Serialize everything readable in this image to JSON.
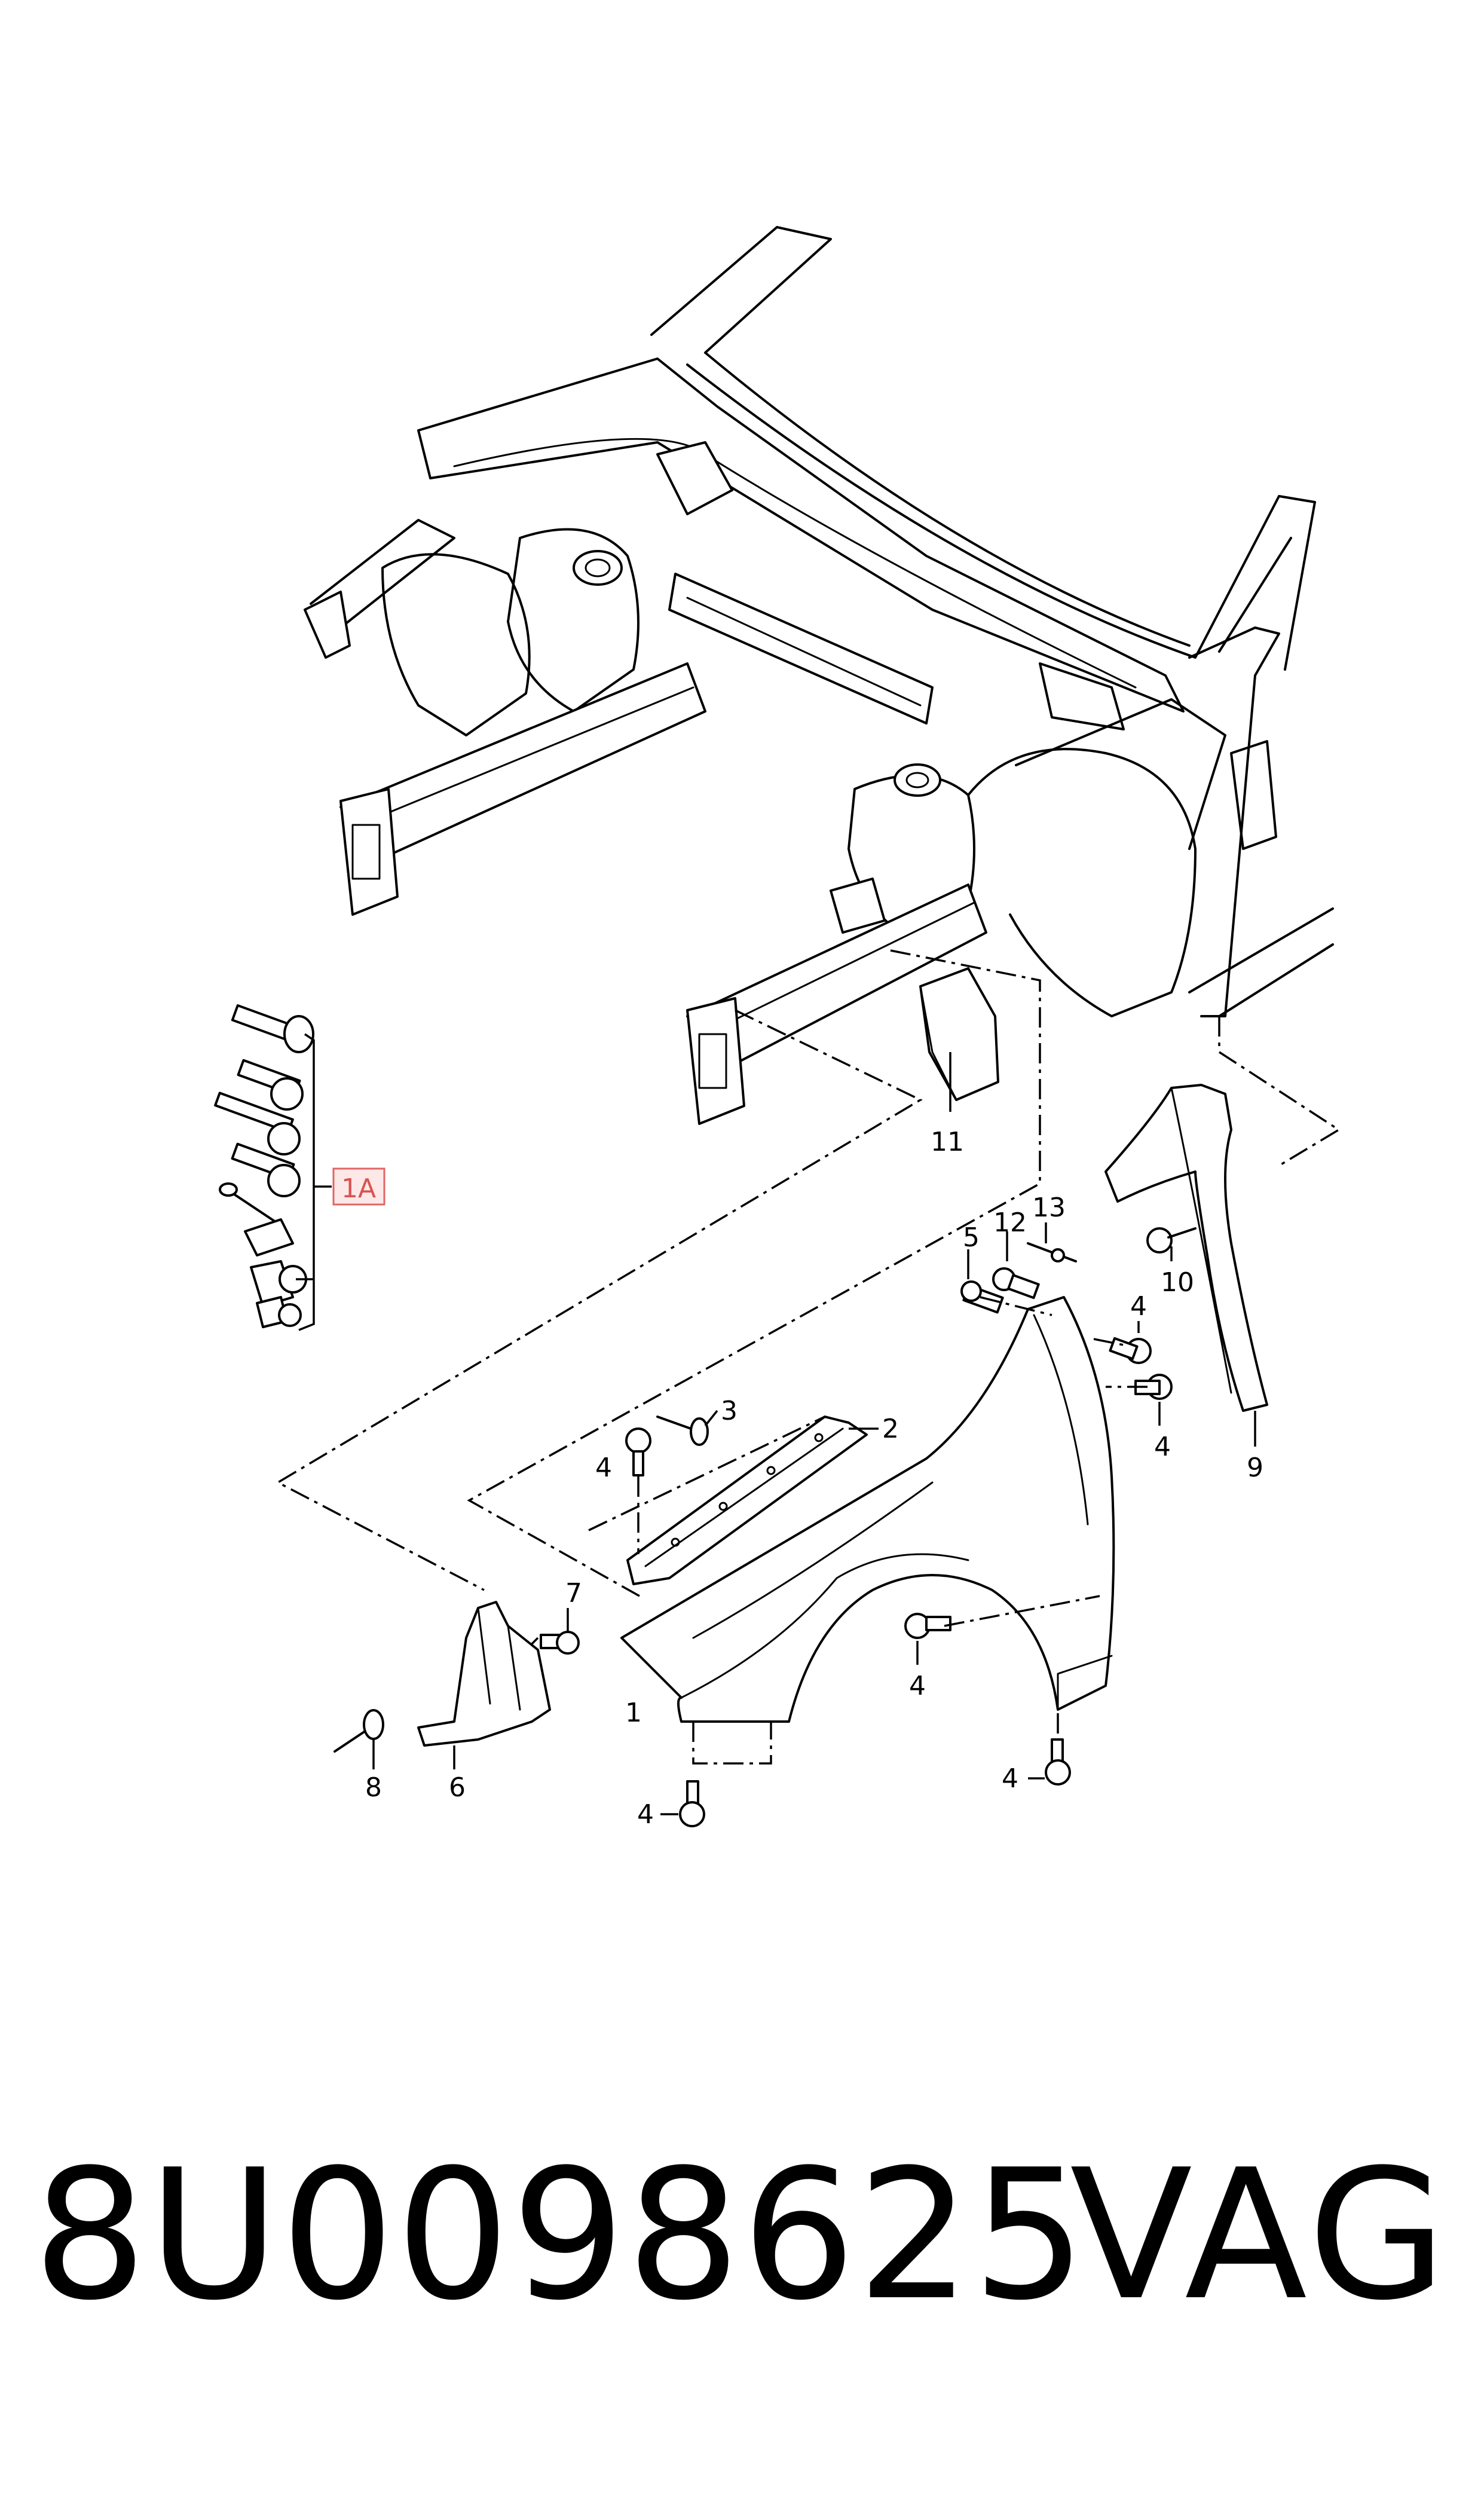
{
  "diagram": {
    "callouts": {
      "c1": "1",
      "c1a": "1A",
      "c2": "2",
      "c3": "3",
      "c4a": "4",
      "c4b": "4",
      "c4c": "4",
      "c4d": "4",
      "c4e": "4",
      "c4f": "4",
      "c5": "5",
      "c6": "6",
      "c7": "7",
      "c8": "8",
      "c9": "9",
      "c10": "10",
      "c11": "11",
      "c12": "12",
      "c13": "13"
    }
  },
  "footer": {
    "part_number": "8U0098625",
    "brand": "VAG"
  }
}
